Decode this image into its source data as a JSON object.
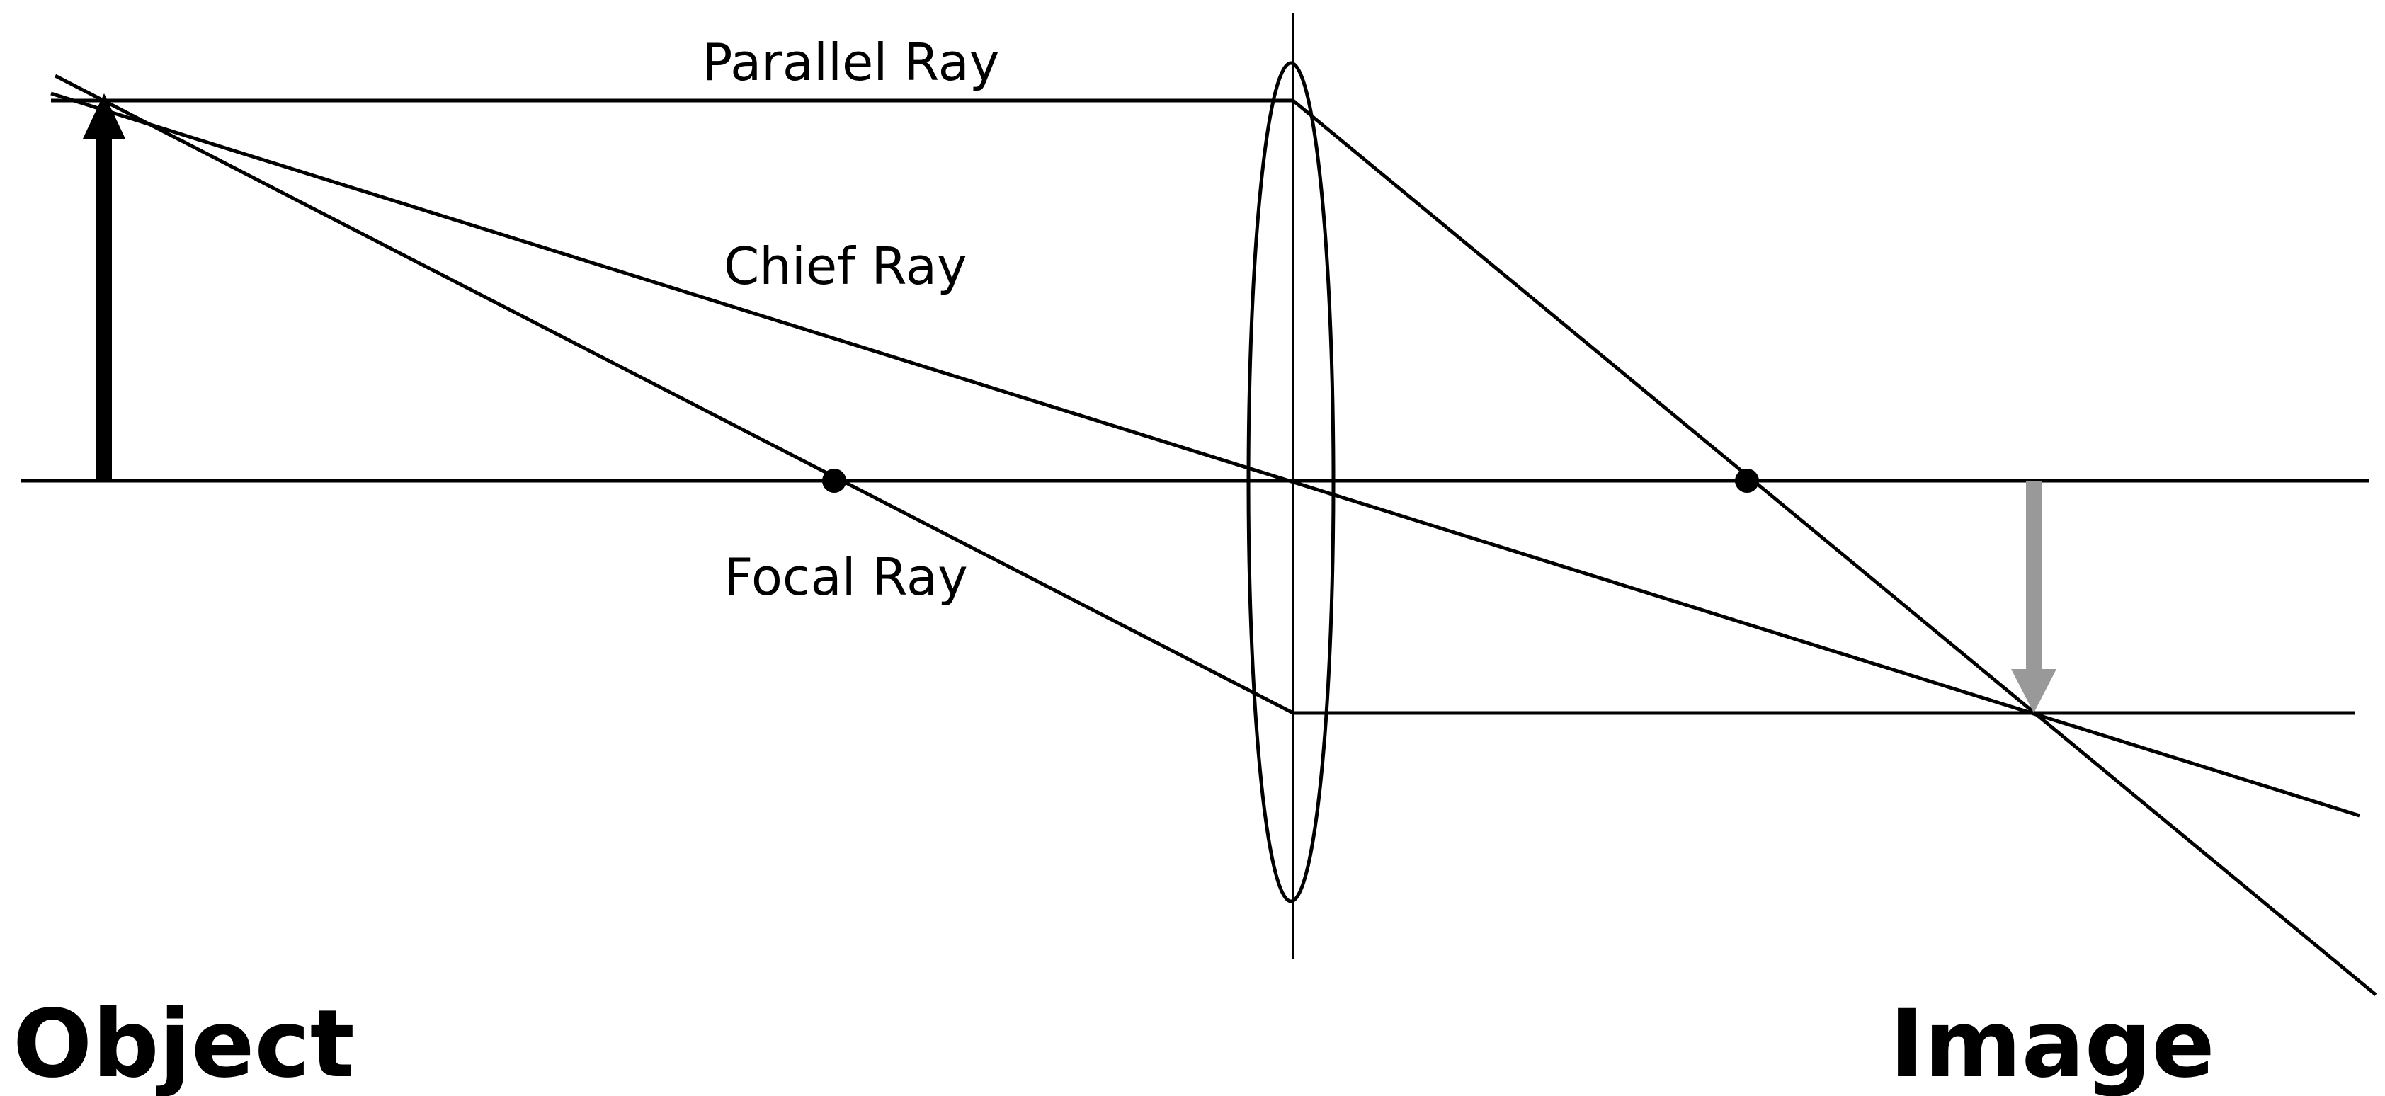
{
  "labels": {
    "parallel_ray": "Parallel Ray",
    "chief_ray": "Chief Ray",
    "focal_ray": "Focal Ray",
    "object": "Object",
    "image": "Image"
  },
  "colors": {
    "ray": "#000000",
    "object_arrow": "#000000",
    "image_arrow": "#999999",
    "focal_point": "#000000"
  },
  "icons": {
    "object_arrow": "up-arrow-icon",
    "image_arrow": "down-arrow-icon",
    "focal_point": "dot-icon"
  }
}
